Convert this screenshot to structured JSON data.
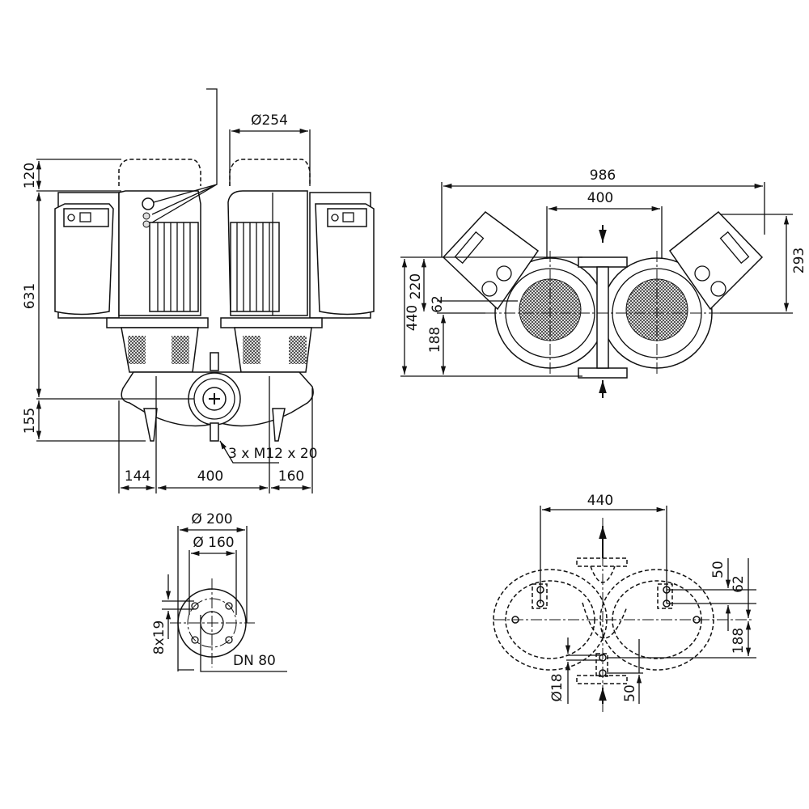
{
  "front_view": {
    "dim_motor_removal_height": "120",
    "dim_overall_height": "631",
    "dim_axis_height": "155",
    "dim_motor_diameter": "Ø254",
    "dim_left_foot": "144",
    "dim_foot_spacing": "400",
    "dim_right_foot": "160",
    "thread_callout": "3 x M12 x 20"
  },
  "top_view": {
    "dim_overall_width": "986",
    "dim_port_spacing": "400",
    "dim_upper": "220",
    "dim_offset": "62",
    "dim_total_depth": "440",
    "dim_lower": "188",
    "dim_module_height": "293"
  },
  "flange_view": {
    "dim_outer_diameter": "Ø 200",
    "dim_bolt_circle": "Ø 160",
    "dim_bolt_holes": "8x19",
    "nominal_size": "DN 80"
  },
  "footprint_view": {
    "dim_foot_spacing": "440",
    "dim_50_top": "50",
    "dim_62": "62",
    "dim_188": "188",
    "dim_hole_diameter": "Ø18",
    "dim_50_bottom": "50"
  }
}
